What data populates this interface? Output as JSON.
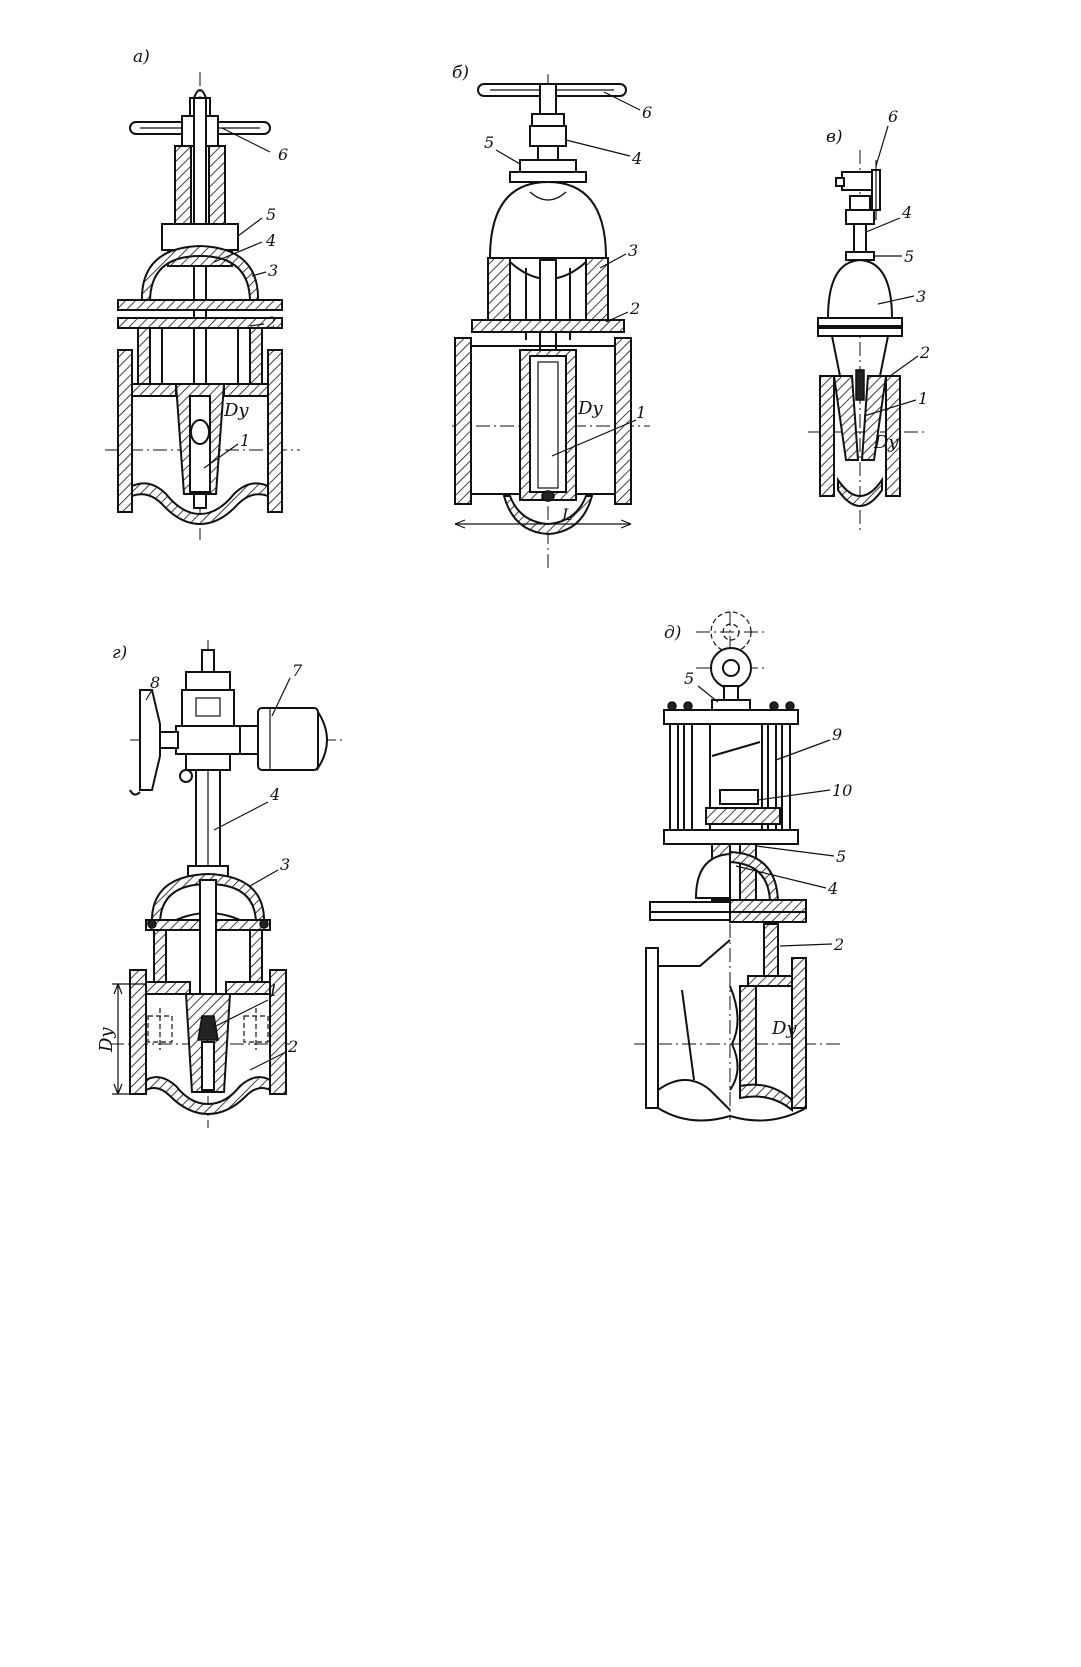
{
  "panels": {
    "a": {
      "title": "а)",
      "labels": [
        "6",
        "5",
        "4",
        "3",
        "2",
        "1"
      ],
      "dn": "Dу"
    },
    "b": {
      "title": "б)",
      "labels": [
        "6",
        "5",
        "4",
        "3",
        "2",
        "1"
      ],
      "dn": "Dу",
      "length": "L"
    },
    "v": {
      "title": "в)",
      "labels": [
        "6",
        "4",
        "5",
        "3",
        "2",
        "1"
      ],
      "dn": "Dу"
    },
    "g": {
      "title": "г)",
      "labels": [
        "8",
        "7",
        "4",
        "3",
        "1",
        "2"
      ],
      "dn": "Dу"
    },
    "d": {
      "title": "д)",
      "labels": [
        "5",
        "9",
        "10",
        "5",
        "4",
        "2"
      ],
      "dn": "Dу"
    }
  }
}
